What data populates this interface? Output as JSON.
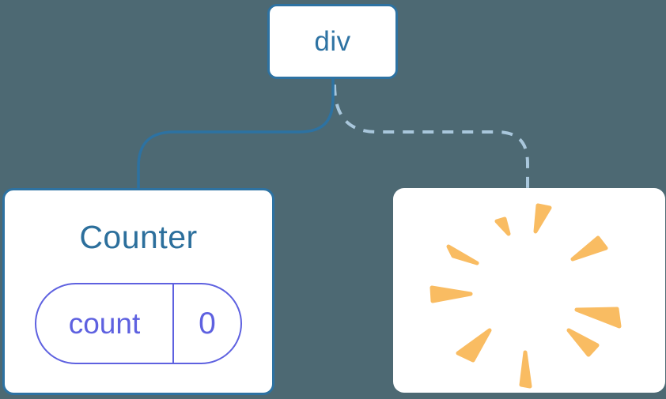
{
  "diagram": {
    "description": "Component tree: root div with one kept child (Counter with state) and one removed child (poof burst)",
    "root": {
      "label": "div"
    },
    "children": [
      {
        "id": "counter",
        "title": "Counter",
        "connector": "solid",
        "status": "kept",
        "state": {
          "key": "count",
          "value": "0"
        }
      },
      {
        "id": "removed-component",
        "connector": "dashed",
        "status": "removed",
        "icon": "poof-icon"
      }
    ],
    "colors": {
      "background": "#4D6973",
      "node_fill": "#FFFFFF",
      "node_border_blue": "#2D72A2",
      "connector_solid": "#2D72A2",
      "connector_dashed": "#A9C7DC",
      "label_blue": "#2E73A3",
      "title_blue": "#2C6F9C",
      "state_purple": "#5E61E0",
      "poof_orange": "#F9BC62"
    }
  }
}
